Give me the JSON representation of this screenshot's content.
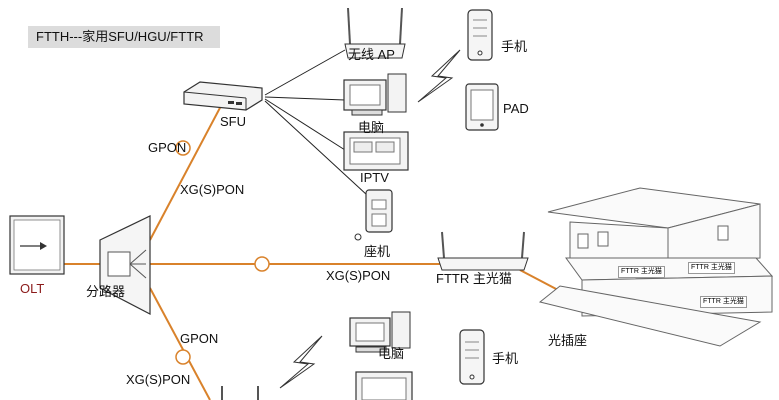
{
  "title": "FTTH---家用SFU/HGU/FTTR",
  "labels": {
    "olt": "OLT",
    "splitter": "分路器",
    "sfu": "SFU",
    "gpon_top": "GPON",
    "xgspon_top": "XG(S)PON",
    "xgspon_mid": "XG(S)PON",
    "gpon_bottom": "GPON",
    "xgspon_bottom": "XG(S)PON",
    "wireless_ap": "无线 AP",
    "pc_top": "电脑",
    "iptv": "IPTV",
    "landline": "座机",
    "phone_top": "手机",
    "pad": "PAD",
    "fttr_main": "FTTR 主光猫",
    "fiber_socket": "光插座",
    "pc_bottom": "电脑",
    "phone_bottom": "手机",
    "room_1": "FTTR 主光猫",
    "room_2": "FTTR 主光猫",
    "room_3": "FTTR 主光猫"
  },
  "colors": {
    "fiber": "#d9822b",
    "line": "#222222",
    "olt_label": "#8b1a1a",
    "title_bg": "#dcdcdc"
  }
}
